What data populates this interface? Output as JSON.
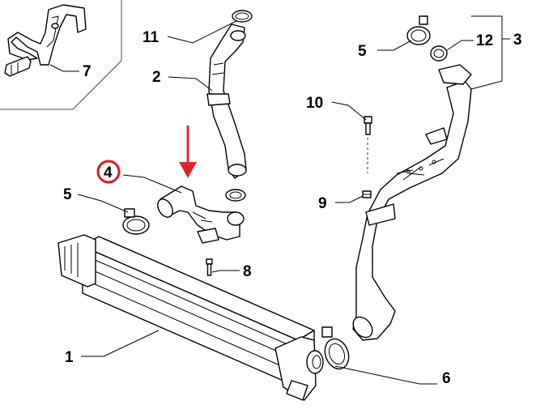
{
  "callouts": {
    "c1": "1",
    "c2": "2",
    "c3": "3",
    "c4": "4",
    "c5a": "5",
    "c5b": "5",
    "c6": "6",
    "c7": "7",
    "c8": "8",
    "c9": "9",
    "c10": "10",
    "c11": "11",
    "c12": "12"
  },
  "highlight": {
    "part_number": "4",
    "circle_color": "#d61f1f",
    "arrow_color": "#d62a2a"
  }
}
